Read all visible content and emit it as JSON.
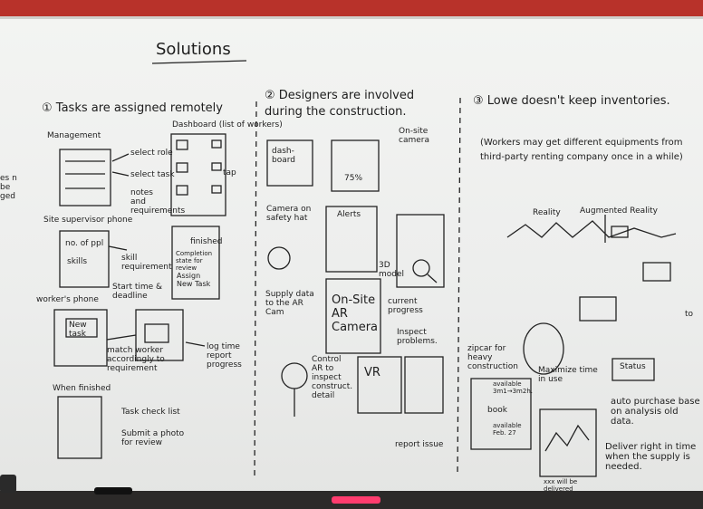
{
  "title": "Solutions",
  "section1": {
    "heading": "① Tasks are assigned remotely",
    "dashboard_label": "Dashboard (list of workers)",
    "management_label": "Management",
    "select_role": "select role",
    "select_task": "select task",
    "notes": "notes and requirements",
    "site_supervisor": "Site supervisor phone",
    "no_of_ppl": "no. of ppl",
    "skills": "skills",
    "skill_requirement": "skill requirement",
    "start_time": "Start time & deadline",
    "finished": "finished",
    "completion": "Completion state for review",
    "assign_new": "Assign New Task",
    "tap": "tap",
    "workers_phone": "worker's phone",
    "new_task": "New task",
    "match": "match worker accordingly to requirement",
    "log_time": "log time report progress",
    "when_finished": "When finished",
    "task_checklist": "Task check list",
    "submit_photo": "Submit a photo for review",
    "side_note": "es n be ged"
  },
  "section2": {
    "heading": "② Designers are involved during the construction.",
    "dashboard": "dash-board",
    "percent": "75%",
    "onsite_camera": "On-site camera",
    "alerts": "Alerts",
    "camera_hat": "Camera on safety hat",
    "model_3d": "3D model",
    "supply_data": "Supply data to the AR Cam",
    "onsite_ar": "On-Site AR Camera",
    "current_progress": "current progress",
    "inspect": "Inspect problems.",
    "control_ar": "Control AR to inspect construct. detail",
    "vr": "VR",
    "report_issue": "report issue"
  },
  "section3": {
    "heading": "③ Lowe doesn't keep inventories.",
    "subnote": "(Workers may get different equipments from third-party renting company once in a while)",
    "reality": "Reality",
    "augmented": "Augmented Reality",
    "to": "to",
    "zipcar": "zipcar for heavy construction",
    "available1": "available 3m1→3m2h.",
    "book": "book",
    "available2": "available Feb. 27",
    "maximize": "Maximize time in use",
    "status": "Status",
    "auto_purchase": "auto purchase base on analysis old data.",
    "deliver": "Deliver right in time when the supply is needed.",
    "xxx": "xxx will be delivered"
  }
}
